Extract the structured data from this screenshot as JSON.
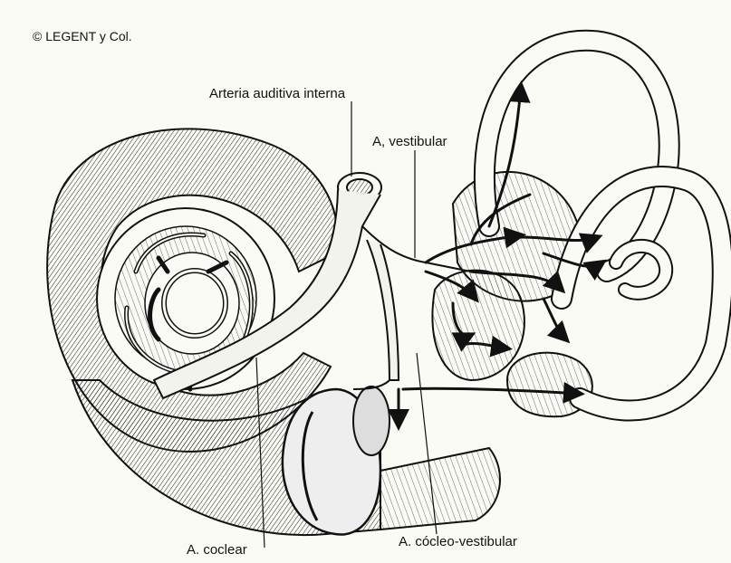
{
  "copyright": "© LEGENT y Col.",
  "labels": {
    "arteria_auditiva_interna": "Arteria auditiva interna",
    "a_vestibular": "A, vestibular",
    "a_coclear": "A. coclear",
    "a_cocleo_vestibular": "A. cócleo-vestibular"
  },
  "colors": {
    "ink": "#111111",
    "paper": "#fbfbf6",
    "shade": "#d9d9d2"
  }
}
